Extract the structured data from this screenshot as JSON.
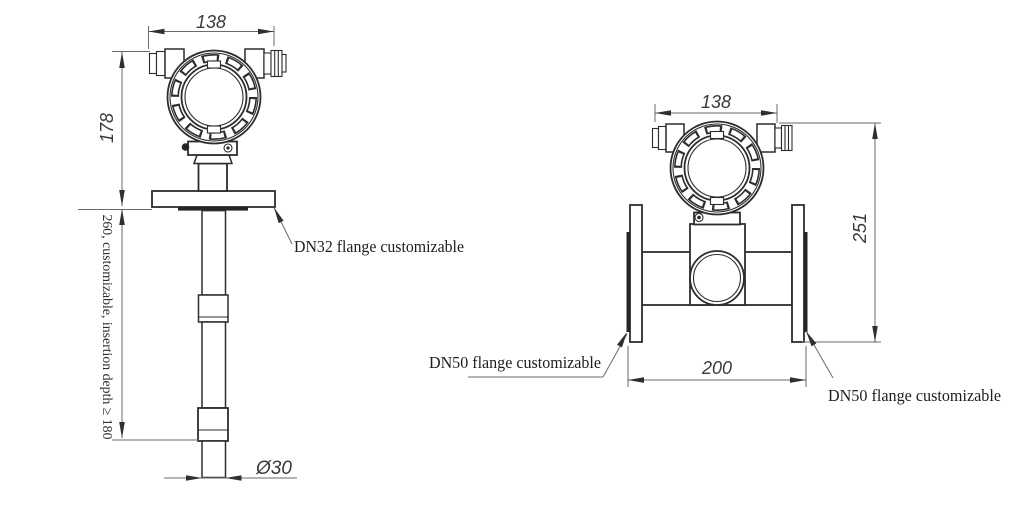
{
  "drawing": {
    "title": "flow meter dimensional drawing",
    "left_view": {
      "dim_head_width": "138",
      "dim_head_height": "178",
      "dim_insertion": "260, customizable, insertion depth ≥ 180",
      "dim_probe_diameter": "Ø30",
      "flange_label": "DN32 flange customizable"
    },
    "right_view": {
      "dim_head_width": "138",
      "dim_overall_height": "251",
      "dim_flange_to_flange": "200",
      "flange_label_left": "DN50 flange customizable",
      "flange_label_right": "DN50 flange customizable"
    },
    "colors": {
      "line": "#2d2d2d",
      "dimension_line": "#6a6a6a",
      "text": "#2f2f2f",
      "background": "#ffffff"
    }
  }
}
